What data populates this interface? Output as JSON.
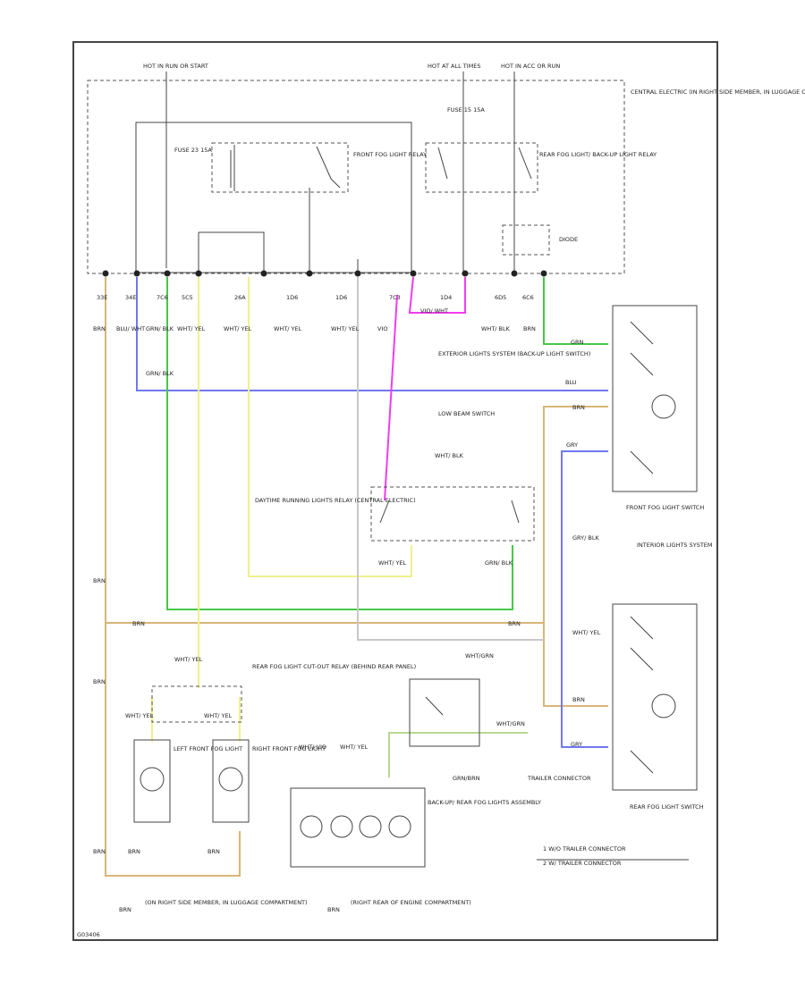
{
  "colors": {
    "brn": "#d8b678",
    "blu": "#6f78f0",
    "grn": "#46c84a",
    "yel": "#eef08c",
    "mag": "#f03cf0",
    "wht": "#c8c8c8",
    "gry": "#9a9a9a",
    "black": "#333333"
  },
  "power_labels": {
    "hot_run": "HOT IN RUN OR START",
    "hot_all": "HOT AT ALL TIMES",
    "hot_acc": "HOT IN ACC OR RUN"
  },
  "boxes": {
    "central_electric": "CENTRAL ELECTRIC (IN RIGHT SIDE MEMBER, IN LUGGAGE COMPT)",
    "fuse_1": "FUSE 23 15A",
    "fuse_2": "FUSE 15 15A",
    "front_fog_relay": "FRONT FOG LIGHT RELAY",
    "rear_fog_relay": "REAR FOG LIGHT/ BACK-UP LIGHT RELAY",
    "diode": "DIODE",
    "drl_relay": "DAYTIME RUNNING LIGHTS RELAY (CENTRAL ELECTRIC)",
    "exterior_lights": "EXTERIOR LIGHTS SYSTEM (BACK-UP LIGHT SWITCH)",
    "low_beam": "LOW BEAM SWITCH",
    "front_fog_switch": "FRONT FOG LIGHT SWITCH",
    "rear_fog_switch": "REAR FOG LIGHT SWITCH",
    "interior_lights": "INTERIOR LIGHTS SYSTEM",
    "rear_fog_cutout": "REAR FOG LIGHT CUT-OUT RELAY (BEHIND REAR PANEL)",
    "left_fog": "LEFT FRONT FOG LIGHT",
    "right_fog": "RIGHT FRONT FOG LIGHT",
    "backup_assy": "BACK-UP/ REAR FOG LIGHTS ASSEMBLY",
    "trailer_conn": "TRAILER CONNECTOR",
    "ground_1": "(ON RIGHT SIDE MEMBER, IN LUGGAGE COMPARTMENT)",
    "ground_2": "(RIGHT REAR OF ENGINE COMPARTMENT)"
  },
  "legend": {
    "line1": "1 W/O TRAILER CONNECTOR",
    "line2": "2 W/ TRAILER CONNECTOR"
  },
  "connector_ids": [
    "33E",
    "34E",
    "7C6",
    "5C5",
    "26A",
    "1D6",
    "1D6",
    "7C3",
    "1D4",
    "6D5",
    "6C6"
  ],
  "wire_labels": {
    "brn": "BRN",
    "blu_wht": "BLU/ WHT",
    "grn_blk": "GRN/ BLK",
    "wht_yel": "WHT/ YEL",
    "vio": "VIO",
    "vio_wht": "VIO/ WHT",
    "wht_blk": "WHT/ BLK",
    "grn": "GRN",
    "blu": "BLU",
    "gry": "GRY",
    "gry_blk": "GRY/ BLK",
    "wht_grn": "WHT/GRN",
    "grn_brn": "GRN/BRN",
    "wht_vio": "WHT/ VIO"
  },
  "footer_code": "G03406"
}
